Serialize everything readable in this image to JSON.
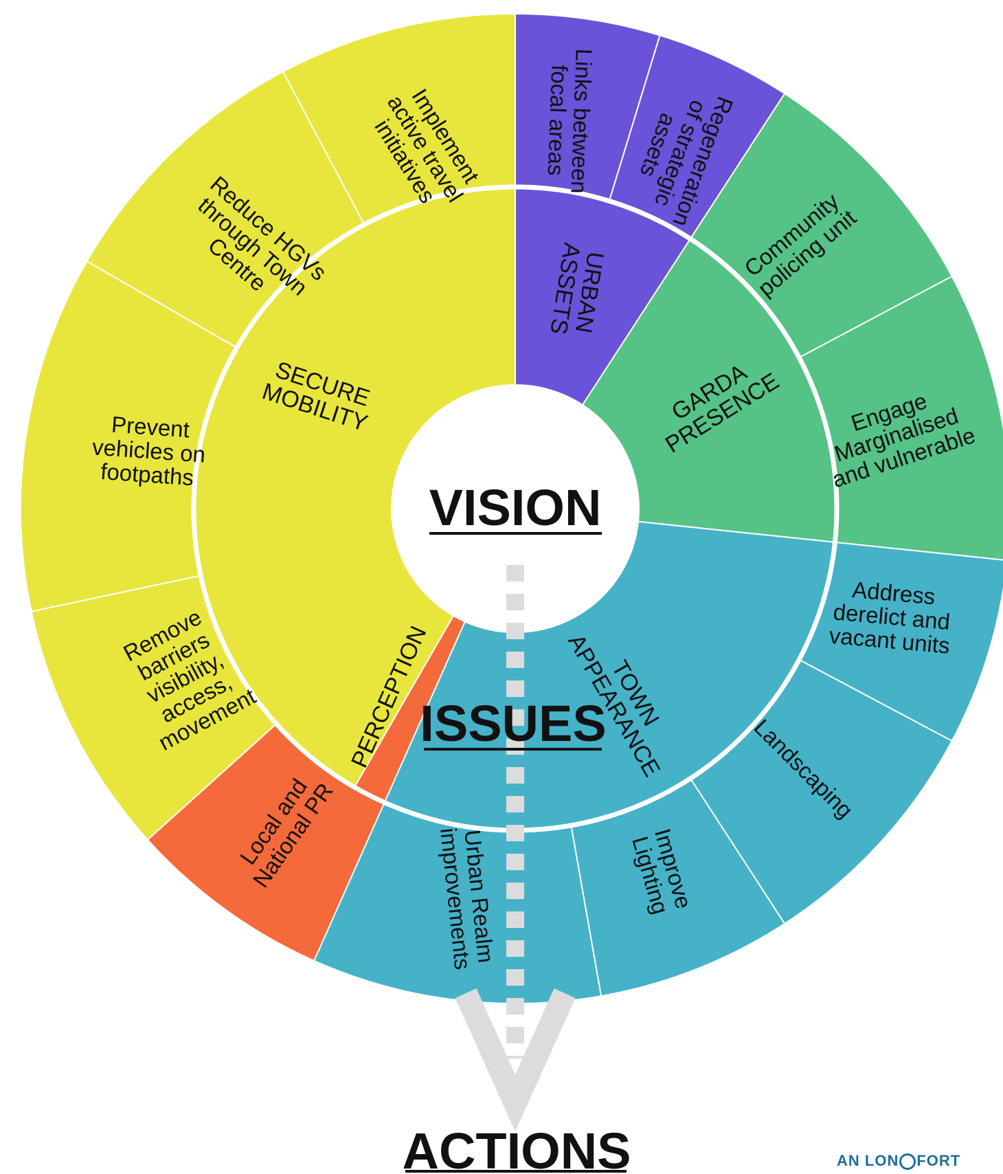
{
  "titles": {
    "vision": "VISION",
    "issues": "ISSUES",
    "actions": "ACTIONS"
  },
  "logo": {
    "text_left": "AN LON",
    "text_right": "FORT"
  },
  "colors": {
    "yellow": "#e8e63c",
    "purple": "#6a53d8",
    "green": "#55c286",
    "teal": "#45b2c8",
    "orange": "#f46a3b",
    "arrow": "#dcdcdc"
  },
  "themes": [
    {
      "id": "secure-mobility",
      "label": "SECURE\nMOBILITY",
      "color": "yellow",
      "actions": [
        "Implement\nactive travel\ninitiatives",
        "Reduce HGVs\nthrough Town\nCentre",
        "Prevent\nvehicles on\nfootpaths",
        "Remove\nbarriers\nvisibility,\naccess,\nmovement"
      ]
    },
    {
      "id": "urban-assets",
      "label": "URBAN\nASSETS",
      "color": "purple",
      "actions": [
        "Links between\nfocal areas",
        "Regeneration\nof strategic\nassets"
      ]
    },
    {
      "id": "garda-presence",
      "label": "GARDA\nPRESENCE",
      "color": "green",
      "actions": [
        "Community\npolicing unit",
        "Engage\nMarginalised\nand vulnerable"
      ]
    },
    {
      "id": "town-appearance",
      "label": "TOWN\nAPPEARANCE",
      "color": "teal",
      "actions": [
        "Address\nderelict and\nvacant units",
        "Landscaping",
        "Improve\nLighting",
        "Urban Realm\nimprovements"
      ]
    },
    {
      "id": "perception",
      "label": "PERCEPTION",
      "color": "orange",
      "actions": [
        "Local and\nNational PR"
      ]
    }
  ]
}
